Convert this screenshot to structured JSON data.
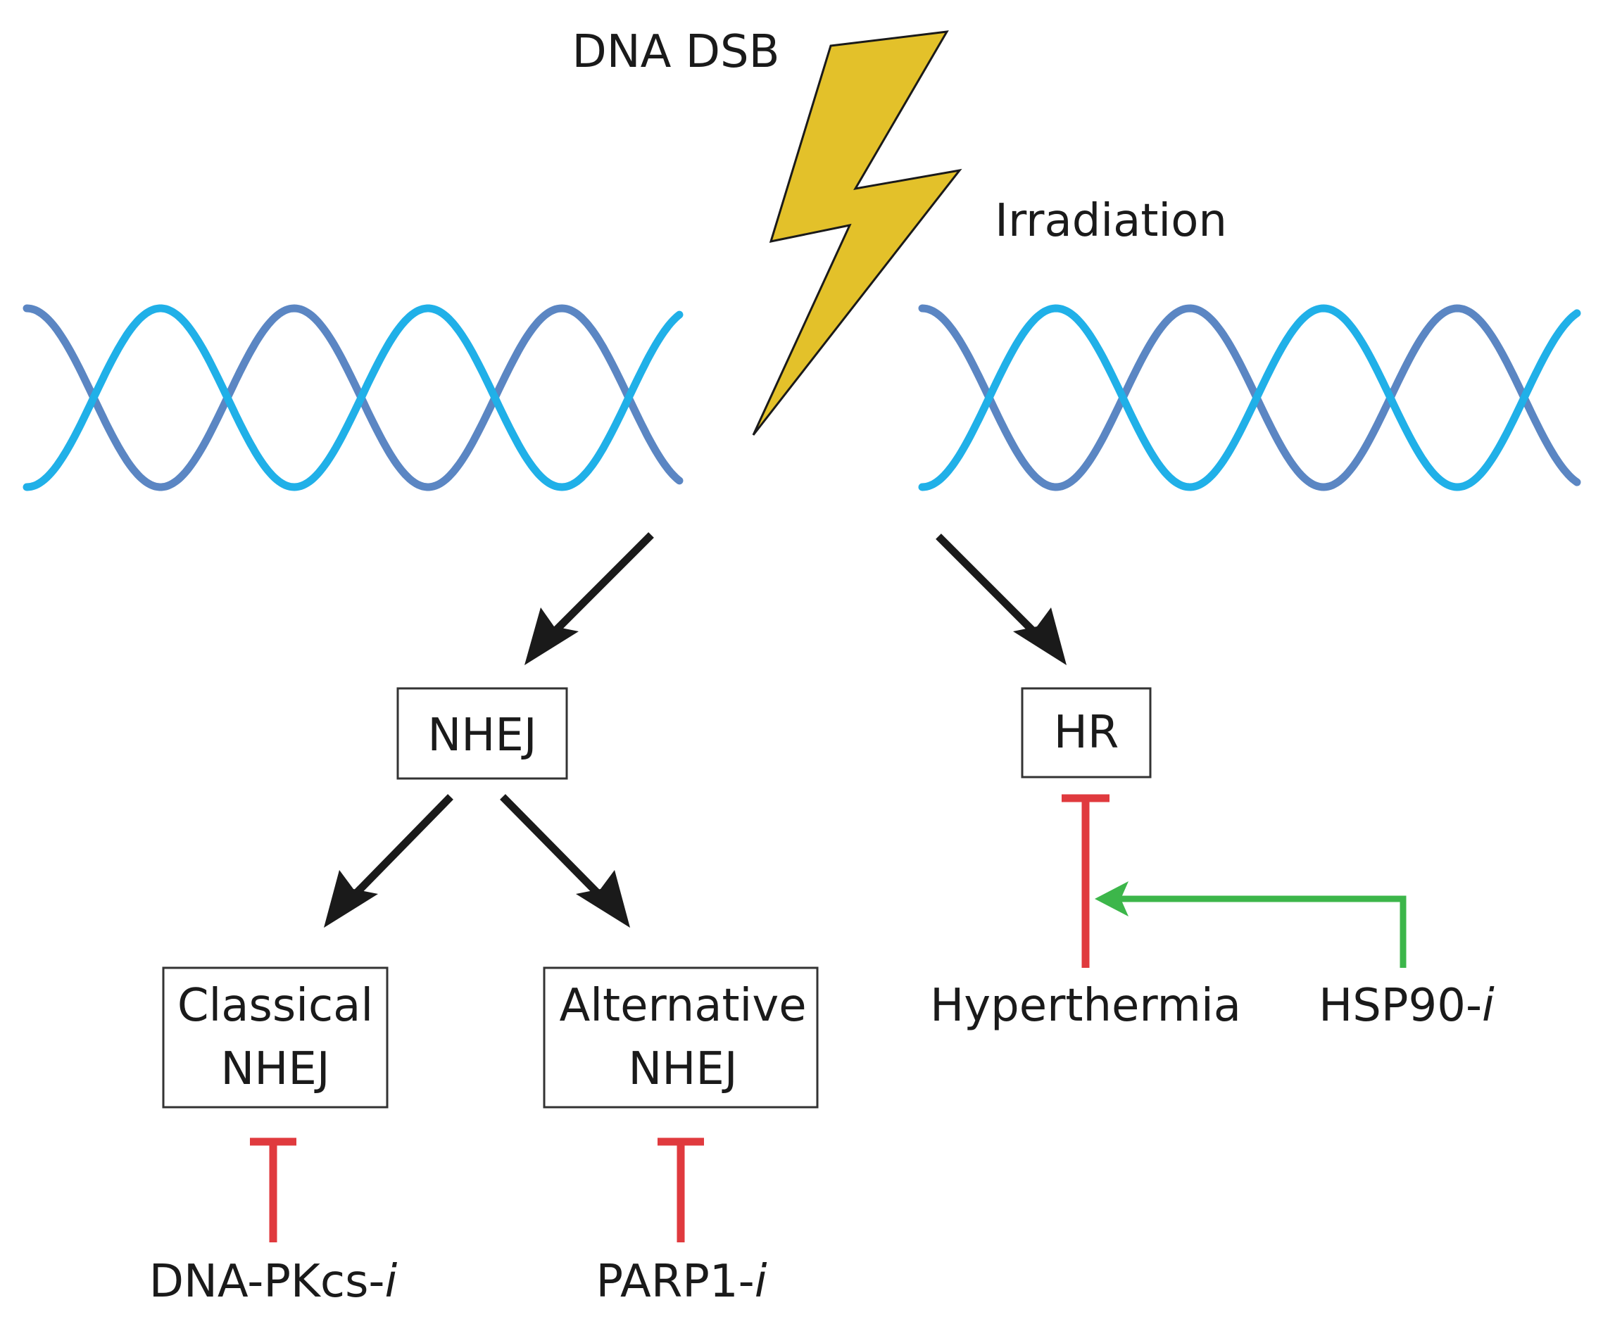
{
  "labels": {
    "dna_dsb": "DNA DSB",
    "irradiation": "Irradiation",
    "hyperthermia": "Hyperthermia",
    "hsp90_prefix": "HSP90-",
    "hsp90_suffix": "i",
    "dnapk_prefix": "DNA-PKcs-",
    "dnapk_suffix": "i",
    "parp_prefix": "PARP1-",
    "parp_suffix": "i"
  },
  "boxes": {
    "nhej": "NHEJ",
    "hr": "HR",
    "classical_line1": "Classical",
    "classical_line2": "NHEJ",
    "alternative_line1": "Alternative",
    "alternative_line2": "NHEJ"
  },
  "colors": {
    "strand_dark": "#5b86c3",
    "strand_light": "#20b0e8",
    "bolt_fill": "#e3c12a",
    "inhibit": "#e03a3e",
    "promote": "#3cb64a",
    "arrow": "#1a1a1a"
  }
}
